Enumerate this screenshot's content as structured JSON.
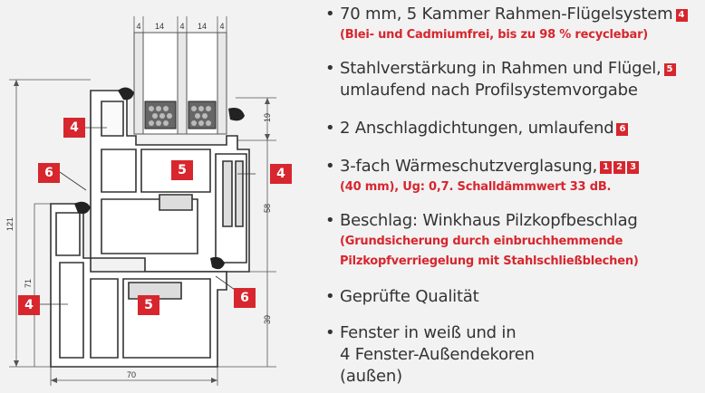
{
  "diagram": {
    "badges": [
      "4",
      "6",
      "5",
      "4",
      "4",
      "5",
      "6"
    ],
    "dimensions": {
      "top": [
        "4",
        "14",
        "4",
        "14",
        "4"
      ],
      "d19": "19",
      "d58": "58",
      "d121": "121",
      "d71": "71",
      "d39": "39",
      "d70": "70"
    }
  },
  "features": [
    {
      "text": "70 mm, 5 Kammer Rahmen-Flügelsystem",
      "badges": [
        "4"
      ],
      "sub": "(Blei- und Cadmiumfrei, bis zu 98 % recyclebar)"
    },
    {
      "text": "Stahlverstärkung in Rahmen und Flügel,",
      "badges": [
        "5"
      ],
      "text2": "umlaufend nach Profilsystemvorgabe"
    },
    {
      "text": "2 Anschlagdichtungen, umlaufend",
      "badges": [
        "6"
      ]
    },
    {
      "text": "3-fach Wärmeschutzverglasung,",
      "badges": [
        "1",
        "2",
        "3"
      ],
      "sub": "(40 mm), Ug: 0,7. Schalldämmwert 33 dB."
    },
    {
      "text": "Beschlag: Winkhaus Pilzkopfbeschlag",
      "sub": "(Grundsicherung durch einbruchhemmende",
      "sub2": "Pilzkopfverriegelung mit Stahlschließblechen)"
    },
    {
      "text": "Geprüfte Qualität"
    },
    {
      "text": "Fenster in weiß und in",
      "text2": "4 Fenster-Außendekoren",
      "text3": "(außen)"
    }
  ],
  "colors": {
    "accent": "#d7262e",
    "background": "#f2f2f2",
    "text": "#333333"
  }
}
